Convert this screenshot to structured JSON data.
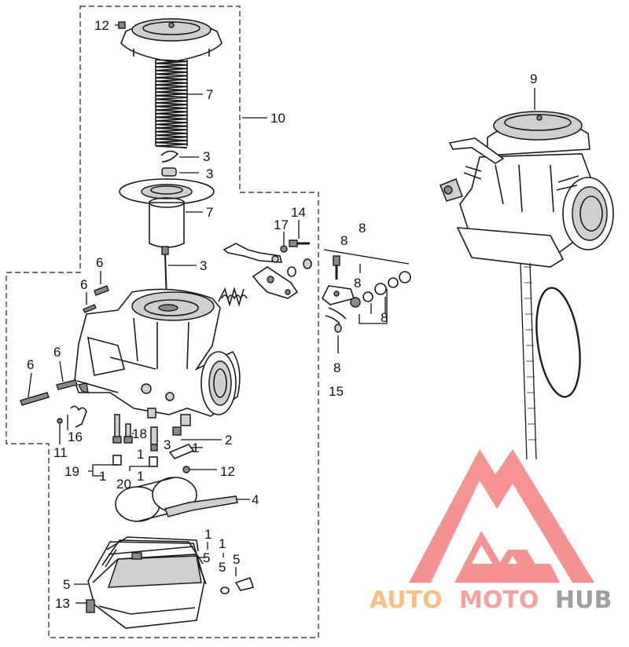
{
  "diagram": {
    "callouts": {
      "c12_top": "12",
      "c7_spring": "7",
      "c10": "10",
      "c9": "9",
      "c3_a": "3",
      "c3_b": "3",
      "c7_diaphragm": "7",
      "c3_needle": "3",
      "c14": "14",
      "c17": "17",
      "c8_top": "8",
      "c8_small": "8",
      "c8_mid": "8",
      "c8_right": "8",
      "c8_low": "8",
      "c15": "15",
      "c6_a": "6",
      "c6_b": "6",
      "c6_c": "6",
      "c6_d": "6",
      "c16": "16",
      "c11": "11",
      "c18": "18",
      "c2": "2",
      "c1_a": "1",
      "c3_c": "3",
      "c1_b": "1",
      "c19": "19",
      "c1_c": "1",
      "c20": "20",
      "c1_d": "1",
      "c12_mid": "12",
      "c4": "4",
      "c1_e": "1",
      "c1_f": "1",
      "c5_a": "5",
      "c5_b": "5",
      "c5_c": "5",
      "c5_d": "5",
      "c13": "13"
    }
  },
  "watermark": {
    "word_auto": "AUTO",
    "word_moto": "MOTO",
    "word_hub": "HUB",
    "colors": {
      "auto": "#f2b36a",
      "moto": "#f0908a",
      "hub": "#8a8a8a",
      "logo": "#f47b7b"
    }
  }
}
